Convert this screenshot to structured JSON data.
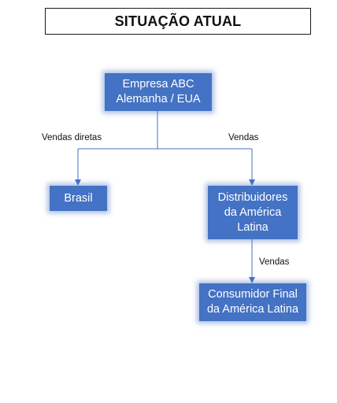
{
  "title": "SITUAÇÃO ATUAL",
  "nodes": {
    "empresa": {
      "lines": [
        "Empresa ABC",
        "Alemanha / EUA"
      ]
    },
    "brasil": {
      "lines": [
        "Brasil"
      ]
    },
    "distribuidores": {
      "lines": [
        "Distribuidores",
        "da América",
        "Latina"
      ]
    },
    "consumidor": {
      "lines": [
        "Consumidor Final",
        "da América Latina"
      ]
    }
  },
  "edges": {
    "vendas_diretas": "Vendas diretas",
    "vendas_distribuidores": "Vendas",
    "vendas_consumidor": "Vendas"
  },
  "colors": {
    "node_fill": "#4472C4",
    "node_text": "#ffffff",
    "connector": "#4472C4"
  }
}
